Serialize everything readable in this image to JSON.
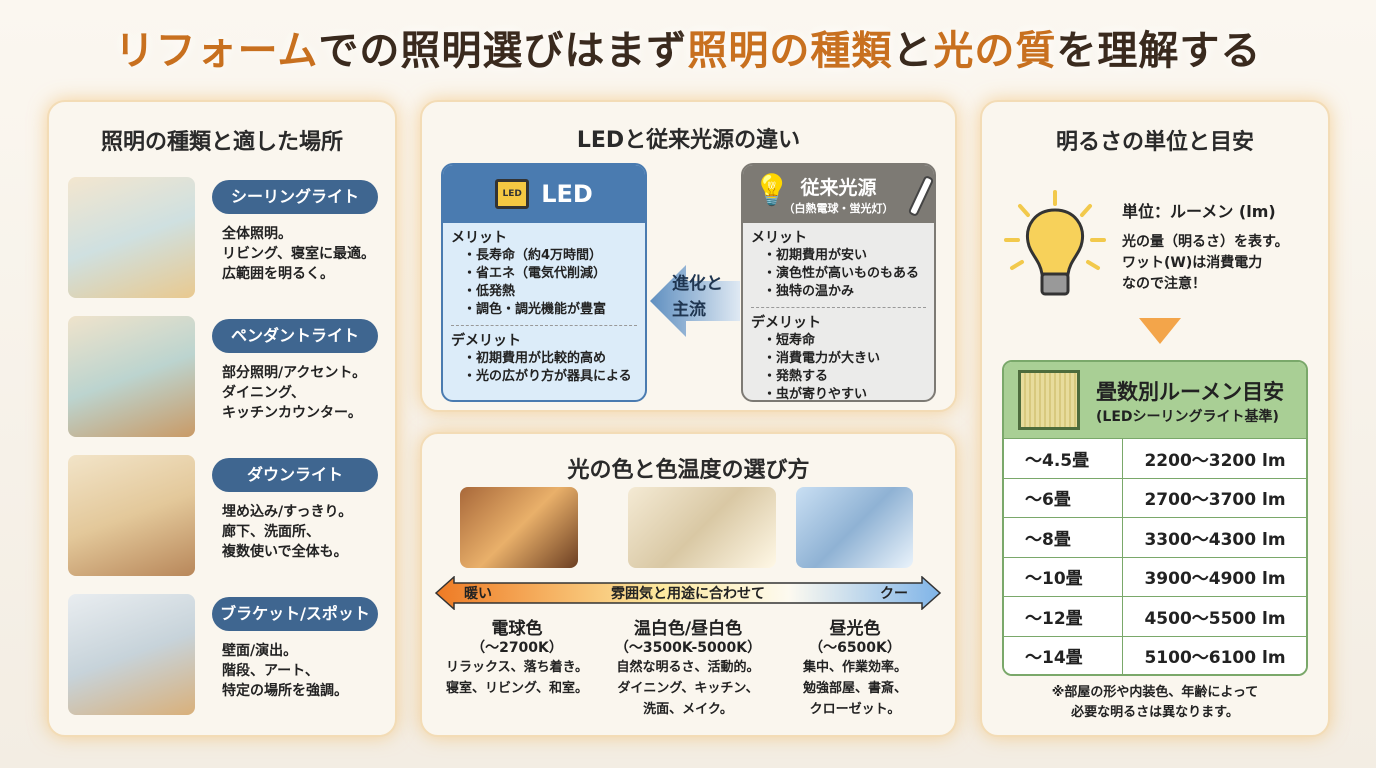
{
  "title": {
    "p1": "リフォーム",
    "p2": "での照明選びはまず",
    "p3": "照明の種類",
    "p4": "と",
    "p5": "光の質",
    "p6": "を理解する"
  },
  "types": {
    "heading": "照明の種類と適した場所",
    "items": [
      {
        "label": "シーリングライト",
        "desc": "全体照明。\nリビング、寝室に最適。\n広範囲を明るく。"
      },
      {
        "label": "ペンダントライト",
        "desc": "部分照明/アクセント。\nダイニング、\nキッチンカウンター。"
      },
      {
        "label": "ダウンライト",
        "desc": "埋め込み/すっきり。\n廊下、洗面所、\n複数使いで全体も。"
      },
      {
        "label": "ブラケット/スポット",
        "desc": "壁面/演出。\n階段、アート、\n特定の場所を強調。"
      }
    ]
  },
  "compare": {
    "heading": "LEDと従来光源の違い",
    "led": {
      "title": "LED",
      "chip": "LED",
      "merit_label": "メリット",
      "merits": [
        "長寿命（約4万時間）",
        "省エネ（電気代削減）",
        "低発熱",
        "調色・調光機能が豊富"
      ],
      "demerit_label": "デメリット",
      "demerits": [
        "初期費用が比較的高め",
        "光の広がり方が器具による"
      ]
    },
    "arrow": "進化と\n主流",
    "old": {
      "title": "従来光源",
      "subtitle": "（白熱電球・蛍光灯）",
      "merit_label": "メリット",
      "merits": [
        "初期費用が安い",
        "演色性が高いものもある",
        "独特の温かみ"
      ],
      "demerit_label": "デメリット",
      "demerits": [
        "短寿命",
        "消費電力が大きい",
        "発熱する",
        "虫が寄りやすい"
      ]
    }
  },
  "color": {
    "heading": "光の色と色温度の選び方",
    "bar": {
      "left": "暖い",
      "center": "雰囲気と用途に合わせて",
      "right": "クー"
    },
    "items": [
      {
        "name": "電球色",
        "temp": "（〜2700K）",
        "desc": "リラックス、落ち着き。\n寝室、リビング、和室。"
      },
      {
        "name": "温白色/昼白色",
        "temp": "（〜3500K-5000K）",
        "desc": "自然な明るさ、活動的。\nダイニング、キッチン、\n洗面、メイク。"
      },
      {
        "name": "昼光色",
        "temp": "（〜6500K）",
        "desc": "集中、作業効率。\n勉強部屋、書斎、\nクローゼット。"
      }
    ]
  },
  "brightness": {
    "heading": "明るさの単位と目安",
    "unit": "単位：ルーメン (lm)",
    "desc": "光の量（明るさ）を表す。\nワット(W)は消費電力\nなので注意！",
    "table_title": "畳数別ルーメン目安",
    "table_sub": "(LEDシーリングライト基準)",
    "rows": [
      [
        "〜4.5畳",
        "2200〜3200 lm"
      ],
      [
        "〜6畳",
        "2700〜3700 lm"
      ],
      [
        "〜8畳",
        "3300〜4300 lm"
      ],
      [
        "〜10畳",
        "3900〜4900 lm"
      ],
      [
        "〜12畳",
        "4500〜5500 lm"
      ],
      [
        "〜14畳",
        "5100〜6100 lm"
      ]
    ],
    "note": "※部屋の形や内装色、年齢によって\n必要な明るさは異なります。"
  },
  "colors": {
    "accent": "#c8701f",
    "pill": "#3f6690",
    "led": "#4a7bb0",
    "old": "#7d7a74",
    "green": "#a9cf95"
  }
}
